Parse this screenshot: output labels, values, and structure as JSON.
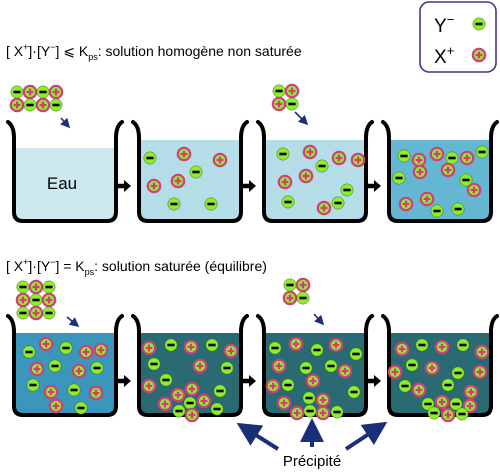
{
  "legend": {
    "anion_label": "Y",
    "anion_charge": "−",
    "cation_label": "X",
    "cation_charge": "+"
  },
  "row1": {
    "eq_bracket_open": "[ X",
    "eq_plus": "+",
    "eq_mid": "]·[Y",
    "eq_minus": "−",
    "eq_relation": "] ⩽ K",
    "eq_sub": "ps",
    "eq_desc": ":  solution homogène non saturée",
    "beaker1_label": "Eau"
  },
  "row2": {
    "eq_bracket_open": "[ X",
    "eq_plus": "+",
    "eq_mid": "]·[Y",
    "eq_minus": "−",
    "eq_relation": "] = K",
    "eq_sub": "ps",
    "eq_desc": ":  solution saturée (équilibre)"
  },
  "precipitate_label": "Précipité",
  "colors": {
    "water": "#cde8ef",
    "solution_light": "#b4dde7",
    "solution_mid": "#64b7d2",
    "solution_saturated": "#3a96ba",
    "solution_dark": "#2a6a72",
    "ion_fill": "#8dee2f",
    "cation_ring": "#d43c7c",
    "arrow_blue": "#1a2f78",
    "legend_border": "#3c3a8c"
  }
}
